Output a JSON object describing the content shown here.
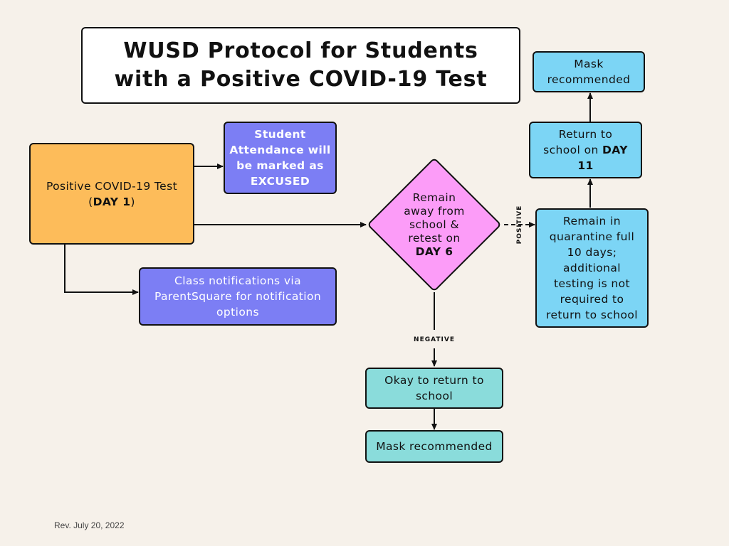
{
  "title": {
    "line1": "WUSD Protocol for Students",
    "line2": "with a Positive COVID-19 Test"
  },
  "nodes": {
    "positive_test": {
      "line1": "Positive COVID-19 Test",
      "line2_prefix": "(",
      "line2_bold": "DAY 1",
      "line2_suffix": ")"
    },
    "attendance": {
      "lines": [
        "Student",
        "Attendance will",
        "be marked as",
        "EXCUSED"
      ]
    },
    "class_notifications": {
      "lines": [
        "Class notifications via",
        "ParentSquare for notification",
        "options"
      ]
    },
    "retest": {
      "lines": [
        "Remain",
        "away from",
        "school &",
        "retest on"
      ],
      "bold": "DAY 6"
    },
    "quarantine": {
      "lines": [
        "Remain in",
        "quarantine full",
        "10 days;",
        "additional",
        "testing is not",
        "required to",
        "return to school"
      ]
    },
    "return_day11": {
      "line1": "Return to",
      "line2_prefix": "school on ",
      "line2_bold": "DAY",
      "line3_bold": "11"
    },
    "mask_top": {
      "lines": [
        "Mask",
        "recommended"
      ]
    },
    "okay_return": {
      "lines": [
        "Okay to return to",
        "school"
      ]
    },
    "mask_bottom": {
      "text": "Mask recommended"
    }
  },
  "edge_labels": {
    "positive": "POSITIVE",
    "negative": "NEGATIVE"
  },
  "footer": {
    "revision": "Rev. July 20, 2022"
  }
}
